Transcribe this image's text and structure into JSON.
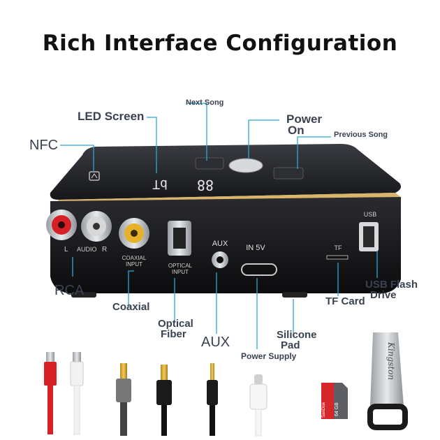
{
  "title": "Rich Interface Configuration",
  "labels": {
    "led_screen": "LED Screen",
    "next_song": "Next Song",
    "power_on_1": "Power",
    "power_on_2": "On",
    "previous_song": "Previous Song",
    "nfc": "NFC",
    "rca": "RCA",
    "coaxial": "Coaxial",
    "optical_fiber_1": "Optical",
    "optical_fiber_2": "Fiber",
    "aux": "AUX",
    "power_supply": "Power Supply",
    "silicone_pad_1": "Silicone",
    "silicone_pad_2": "Pad",
    "tf_card": "TF Card",
    "usb_flash_drive_1": "USB Flash",
    "usb_flash_drive_2": "Drive"
  },
  "device_print": {
    "audio_l": "L",
    "audio": "AUDIO",
    "audio_r": "R",
    "coaxial_input_1": "COAXIAL",
    "coaxial_input_2": "INPUT",
    "optical_input_1": "OPTICAL",
    "optical_input_2": "INPUT",
    "aux_port": "AUX",
    "in_5v": "IN 5V",
    "tf_slot": "TF",
    "usb_port": "USB",
    "led_text": "bT",
    "led_digits": "88"
  },
  "accessories": {
    "usb_stick_brand": "Kingston",
    "microsd_brand": "SanDisk",
    "microsd_capacity": "64 GB"
  },
  "colors": {
    "label_text": "#3a4250",
    "pointer_line": "#29a8d6",
    "device_body": "#1c1d20",
    "gold_trim": "#d9b46a",
    "rca_red": "#d71f26",
    "rca_white": "#d8d8d8",
    "coax_gold": "#e6b22a"
  }
}
